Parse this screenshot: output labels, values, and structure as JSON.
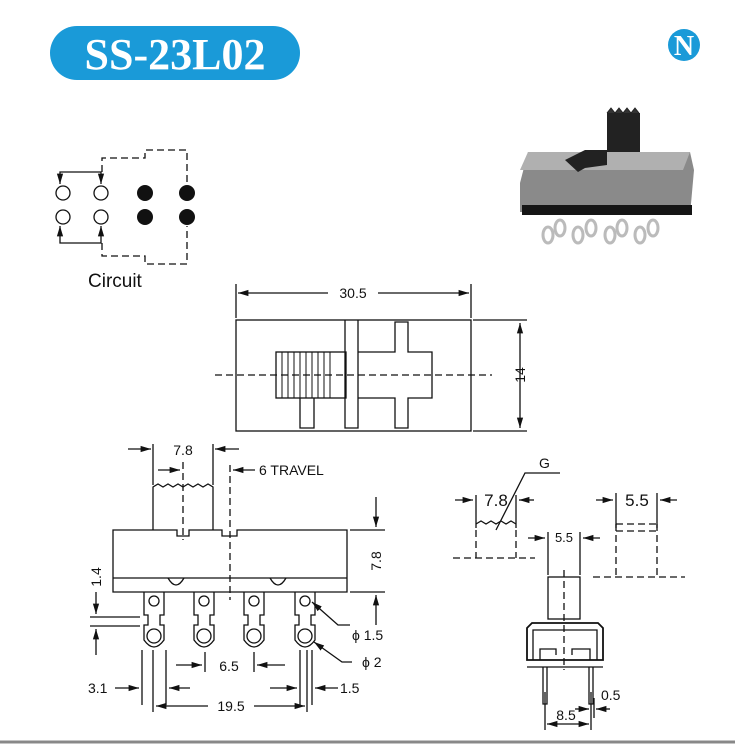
{
  "title": "SS-23L02",
  "logo_letter": "N",
  "colors": {
    "brand": "#1a9ad8",
    "line": "#111111"
  },
  "circuit": {
    "label": "Circuit"
  },
  "top_view": {
    "length": "30.5",
    "width": "14"
  },
  "side_view": {
    "knob_width": "7.8",
    "travel": "6 TRAVEL",
    "height": "7.8",
    "pin_gap": "1.4",
    "hole_small": "ϕ 1.5",
    "hole_large": "ϕ 2",
    "pitch": "6.5",
    "edge_left": "3.1",
    "pin_width": "1.5",
    "pin_span": "19.5"
  },
  "end_view": {
    "label_g": "G",
    "knob_width": "7.8",
    "knob_depth": "5.5",
    "stem_width": "5.5",
    "pin_thickness": "0.5",
    "pin_span": "8.5"
  }
}
